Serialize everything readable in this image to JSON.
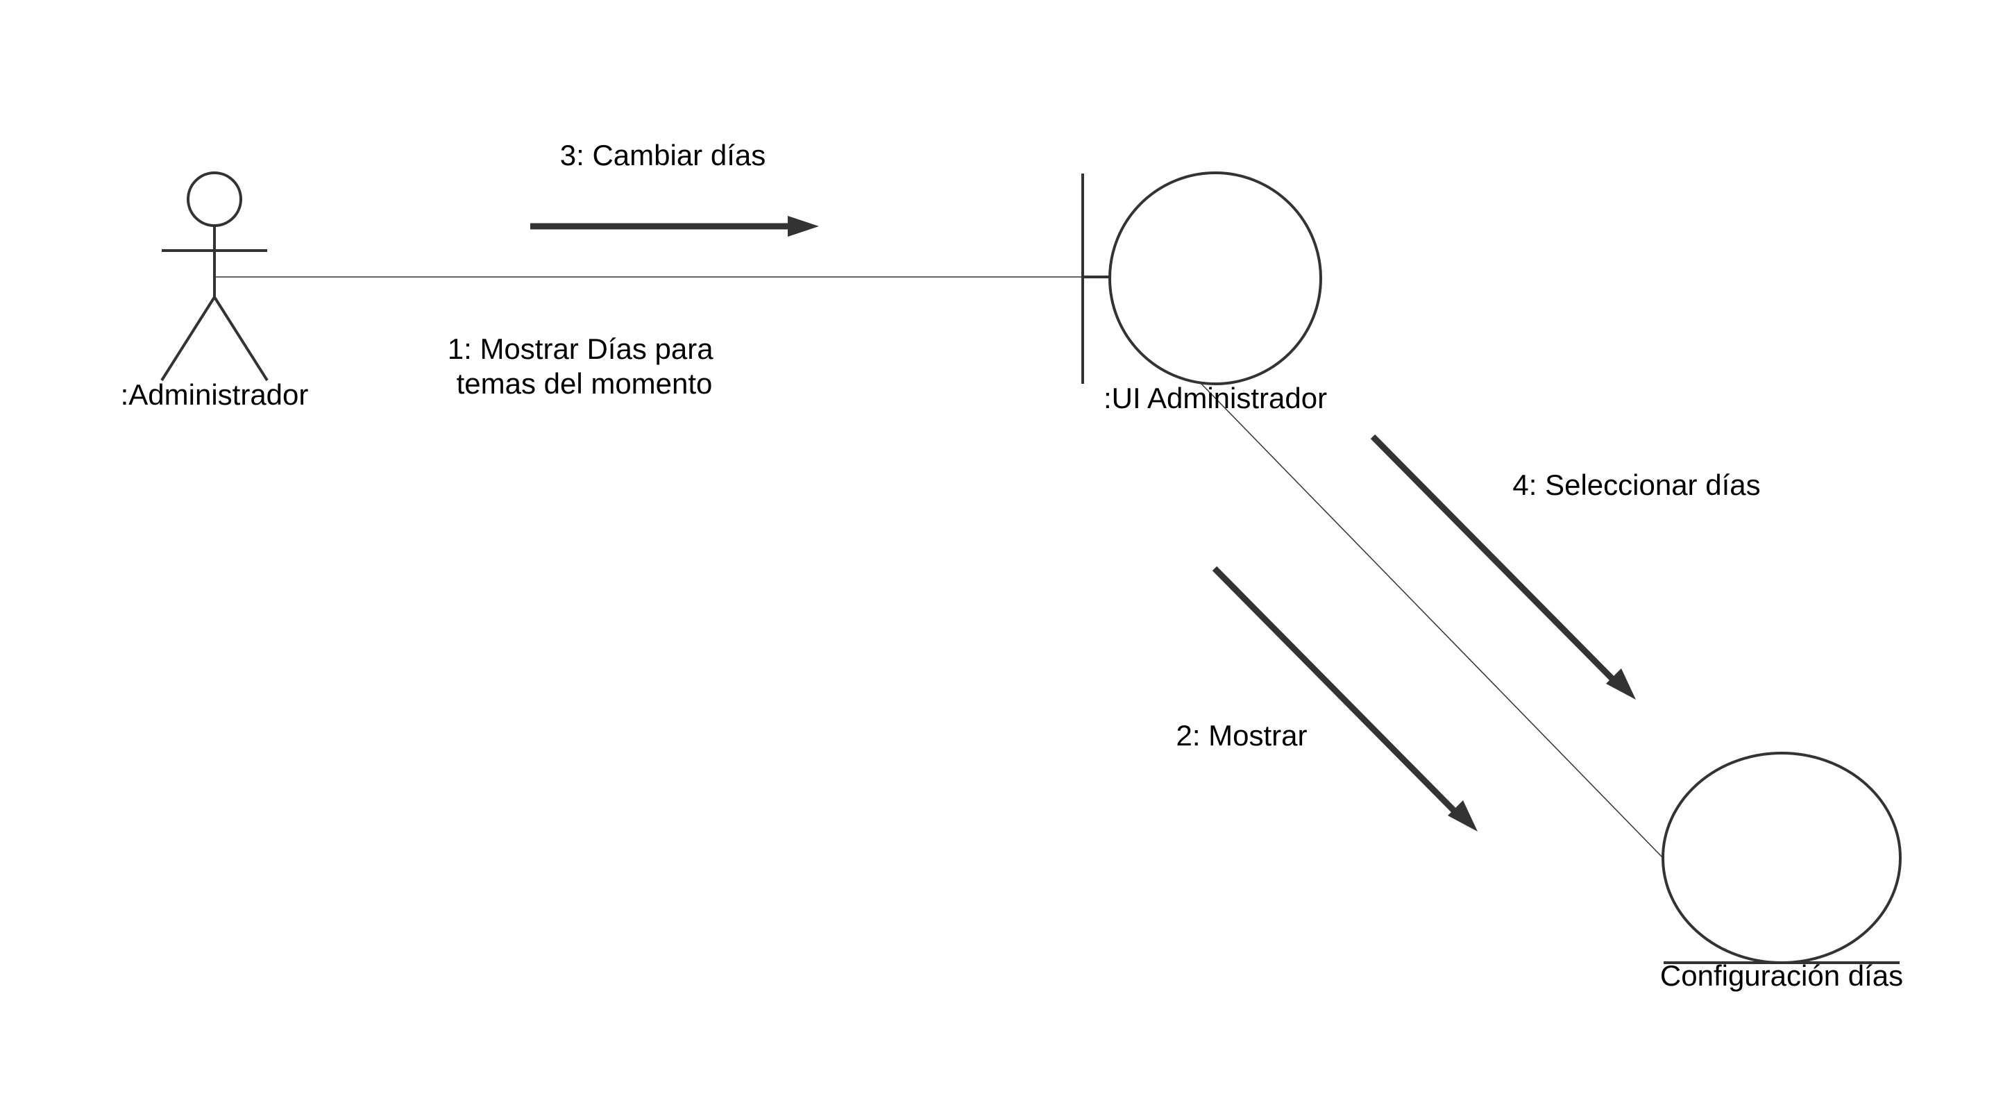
{
  "diagram": {
    "actor": {
      "label": ":Administrador"
    },
    "boundary": {
      "label": ":UI Administrador"
    },
    "entity": {
      "label": "Configuración días"
    },
    "messages": [
      {
        "label_lines": [
          "1: Mostrar Días para",
          "temas del momento"
        ]
      },
      {
        "label": "2: Mostrar"
      },
      {
        "label": "3: Cambiar días"
      },
      {
        "label": "4: Seleccionar días"
      }
    ]
  },
  "colors": {
    "stroke": "#333333",
    "text": "#000000",
    "background": "#ffffff"
  }
}
